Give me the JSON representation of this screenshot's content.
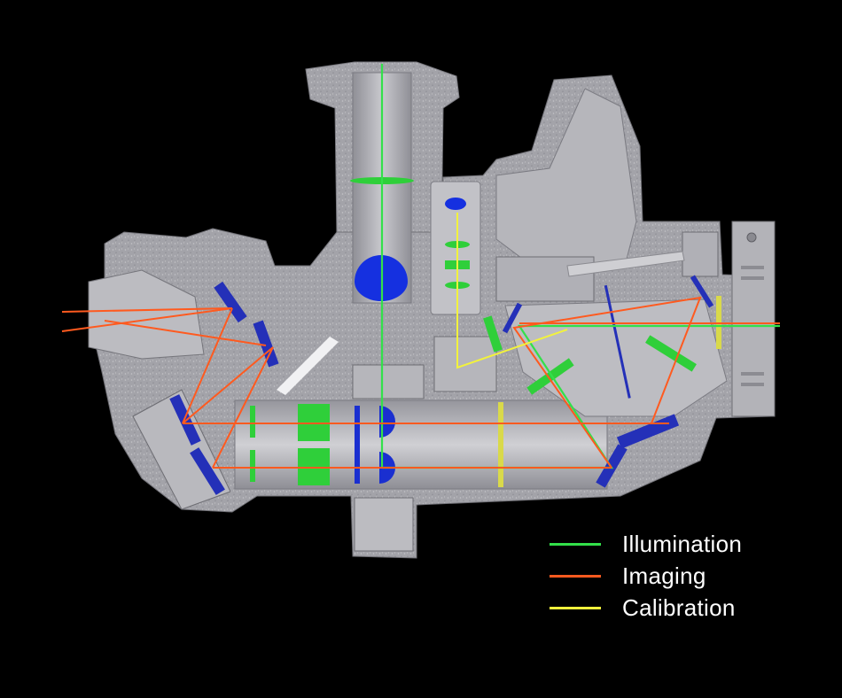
{
  "legend": {
    "items": [
      {
        "label": "Illumination",
        "color": "#33e04a"
      },
      {
        "label": "Imaging",
        "color": "#ff5a1f"
      },
      {
        "label": "Calibration",
        "color": "#f2f23c"
      }
    ]
  },
  "colors": {
    "background": "#000000",
    "housing": "#a7a7ad",
    "housing_dark": "#8e8e95",
    "speckle": "#b9b9bd",
    "mirror": "#2430b8",
    "lens": "#2fcf3a",
    "filter": "#d9d94a",
    "illumination": "#33e04a",
    "imaging": "#ff5a1f",
    "calibration": "#f2f23c"
  }
}
